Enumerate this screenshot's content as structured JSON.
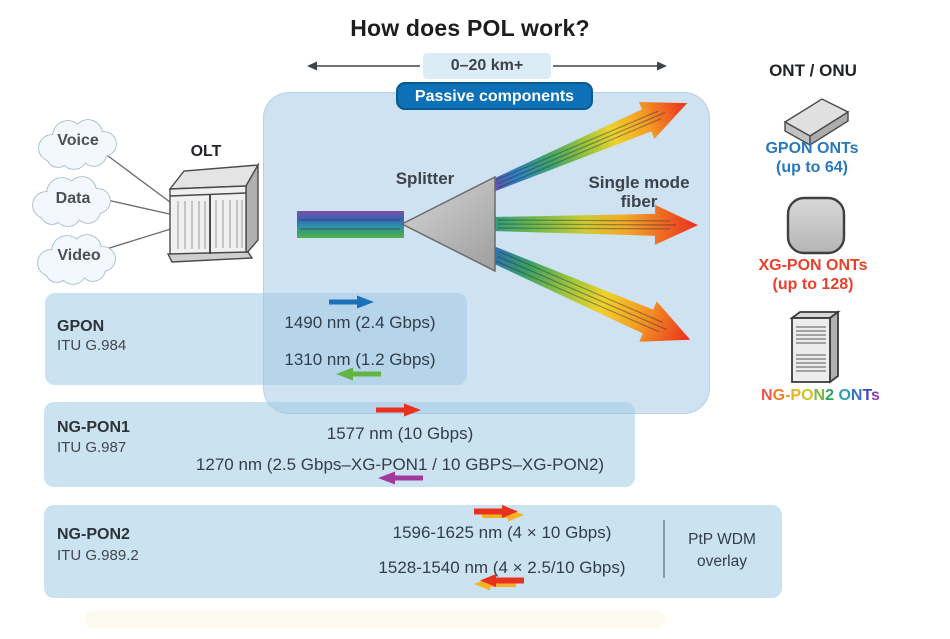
{
  "title": "How does POL work?",
  "distance_label": "0–20 km+",
  "badge_label": "Passive components",
  "clouds": {
    "voice": "Voice",
    "data": "Data",
    "video": "Video"
  },
  "olt_label": "OLT",
  "splitter_label": "Splitter",
  "fiber_label": {
    "line1": "Single mode",
    "line2": "fiber"
  },
  "ont_header": "ONT / ONU",
  "ont_types": [
    {
      "name": "GPON ONTs",
      "capacity": "(up to 64)",
      "color": "#2878be"
    },
    {
      "name": "XG-PON ONTs",
      "capacity": "(up to 128)",
      "color": "#e8402a"
    },
    {
      "name": "NG-PON2 ONTs",
      "letters": [
        {
          "ch": "N",
          "c": "#e85a4e"
        },
        {
          "ch": "G",
          "c": "#ef7f2e"
        },
        {
          "ch": "-",
          "c": "#f29a24"
        },
        {
          "ch": "P",
          "c": "#e7b31f"
        },
        {
          "ch": "O",
          "c": "#cfc32a"
        },
        {
          "ch": "N",
          "c": "#7cb842"
        },
        {
          "ch": "2",
          "c": "#2ba45f"
        },
        {
          "ch": " ",
          "c": "#2ba45f"
        },
        {
          "ch": "O",
          "c": "#2b9fb4"
        },
        {
          "ch": "N",
          "c": "#3a6fc4"
        },
        {
          "ch": "T",
          "c": "#4247b4"
        },
        {
          "ch": "s",
          "c": "#8a3fb0"
        }
      ]
    }
  ],
  "rows": [
    {
      "name": "GPON",
      "standard": "ITU G.984",
      "downstream": "1490 nm (2.4 Gbps)",
      "upstream": "1310 nm (1.2 Gbps)"
    },
    {
      "name": "NG-PON1",
      "standard": "ITU G.987",
      "downstream": "1577 nm (10 Gbps)",
      "upstream": "1270 nm (2.5 Gbps–XG-PON1 / 10 GBPS–XG-PON2)"
    },
    {
      "name": "NG-PON2",
      "standard": "ITU G.989.2",
      "downstream": "1596-1625 nm (4 × 10 Gbps)",
      "upstream": "1528-1540 nm (4 × 2.5/10 Gbps)",
      "note": {
        "line1": "PtP WDM",
        "line2": "overlay"
      }
    }
  ],
  "colors": {
    "badge_bg": "#0d71b8",
    "panel_blue": "rgba(165,203,230,0.55)",
    "row_blue": "#cbe2f0",
    "gpon_text": "#2878be",
    "xgpon_text": "#e8402a",
    "arrow_blue": "#1d71b8",
    "arrow_green": "#62b445",
    "arrow_red": "#e8311f",
    "arrow_purple": "#a23a9e",
    "arrow_yellow": "#f9b021"
  }
}
